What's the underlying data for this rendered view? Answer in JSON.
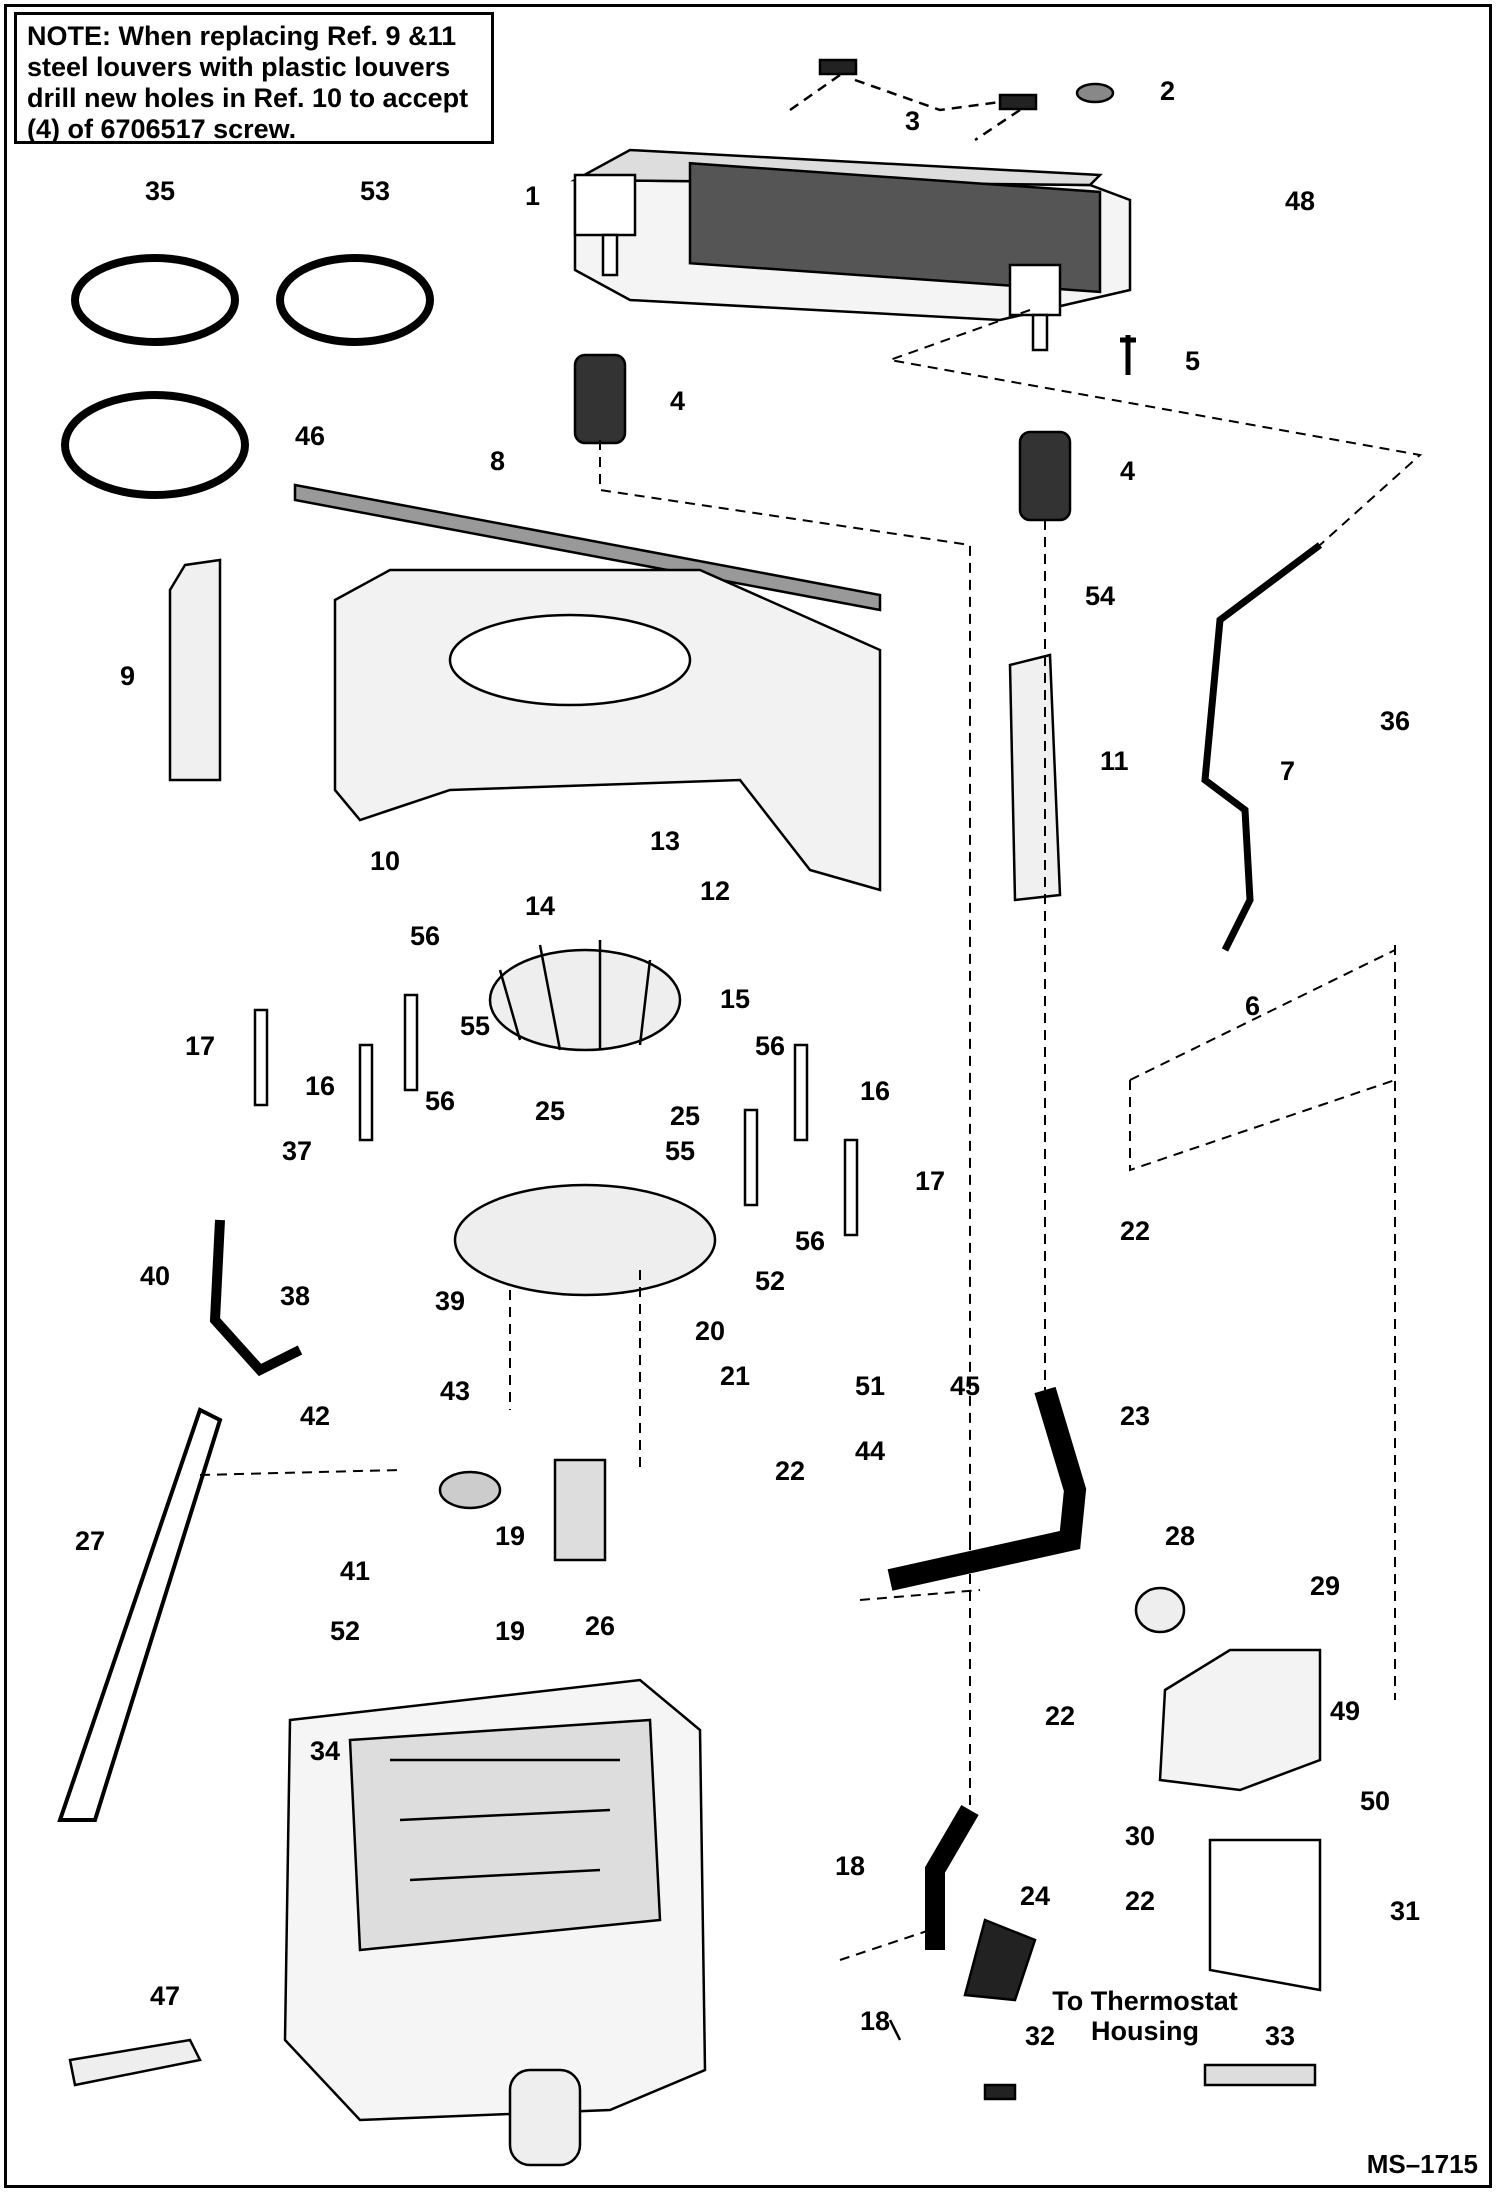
{
  "note": {
    "heading": "NOTE:",
    "text": "When replacing Ref. 9 &11 steel louvers with plastic louvers drill new holes in Ref. 10 to accept (4) of 6706517 screw."
  },
  "caption_line1": "To Thermostat",
  "caption_line2": "Housing",
  "drawing_code": "MS–1715",
  "callouts": [
    "1",
    "2",
    "3",
    "4",
    "4",
    "5",
    "6",
    "7",
    "8",
    "9",
    "10",
    "11",
    "12",
    "13",
    "14",
    "15",
    "16",
    "16",
    "17",
    "17",
    "18",
    "18",
    "19",
    "19",
    "20",
    "21",
    "22",
    "22",
    "22",
    "22",
    "23",
    "24",
    "25",
    "25",
    "26",
    "27",
    "28",
    "29",
    "30",
    "31",
    "32",
    "33",
    "34",
    "35",
    "36",
    "37",
    "38",
    "39",
    "40",
    "41",
    "42",
    "43",
    "44",
    "45",
    "46",
    "47",
    "48",
    "49",
    "50",
    "51",
    "52",
    "52",
    "53",
    "54",
    "55",
    "55",
    "56",
    "56",
    "56",
    "56"
  ]
}
